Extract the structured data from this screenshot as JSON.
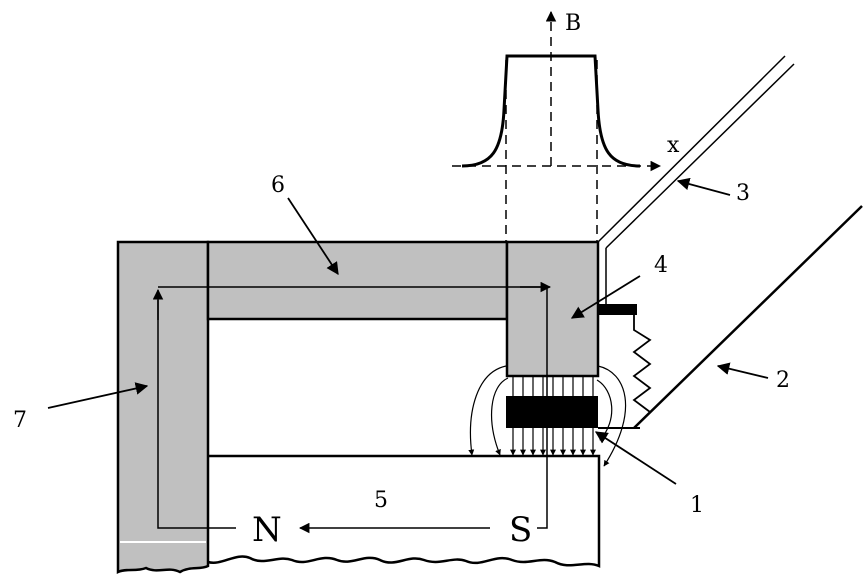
{
  "axis_labels": {
    "field": "B",
    "position": "x"
  },
  "callouts": [
    "1",
    "2",
    "3",
    "4",
    "5",
    "6",
    "7"
  ],
  "poles": {
    "north": "N",
    "south": "S"
  },
  "colors": {
    "core": "#c0c0c0",
    "stroke": "#000000",
    "coil": "#000000",
    "background": "#ffffff"
  }
}
